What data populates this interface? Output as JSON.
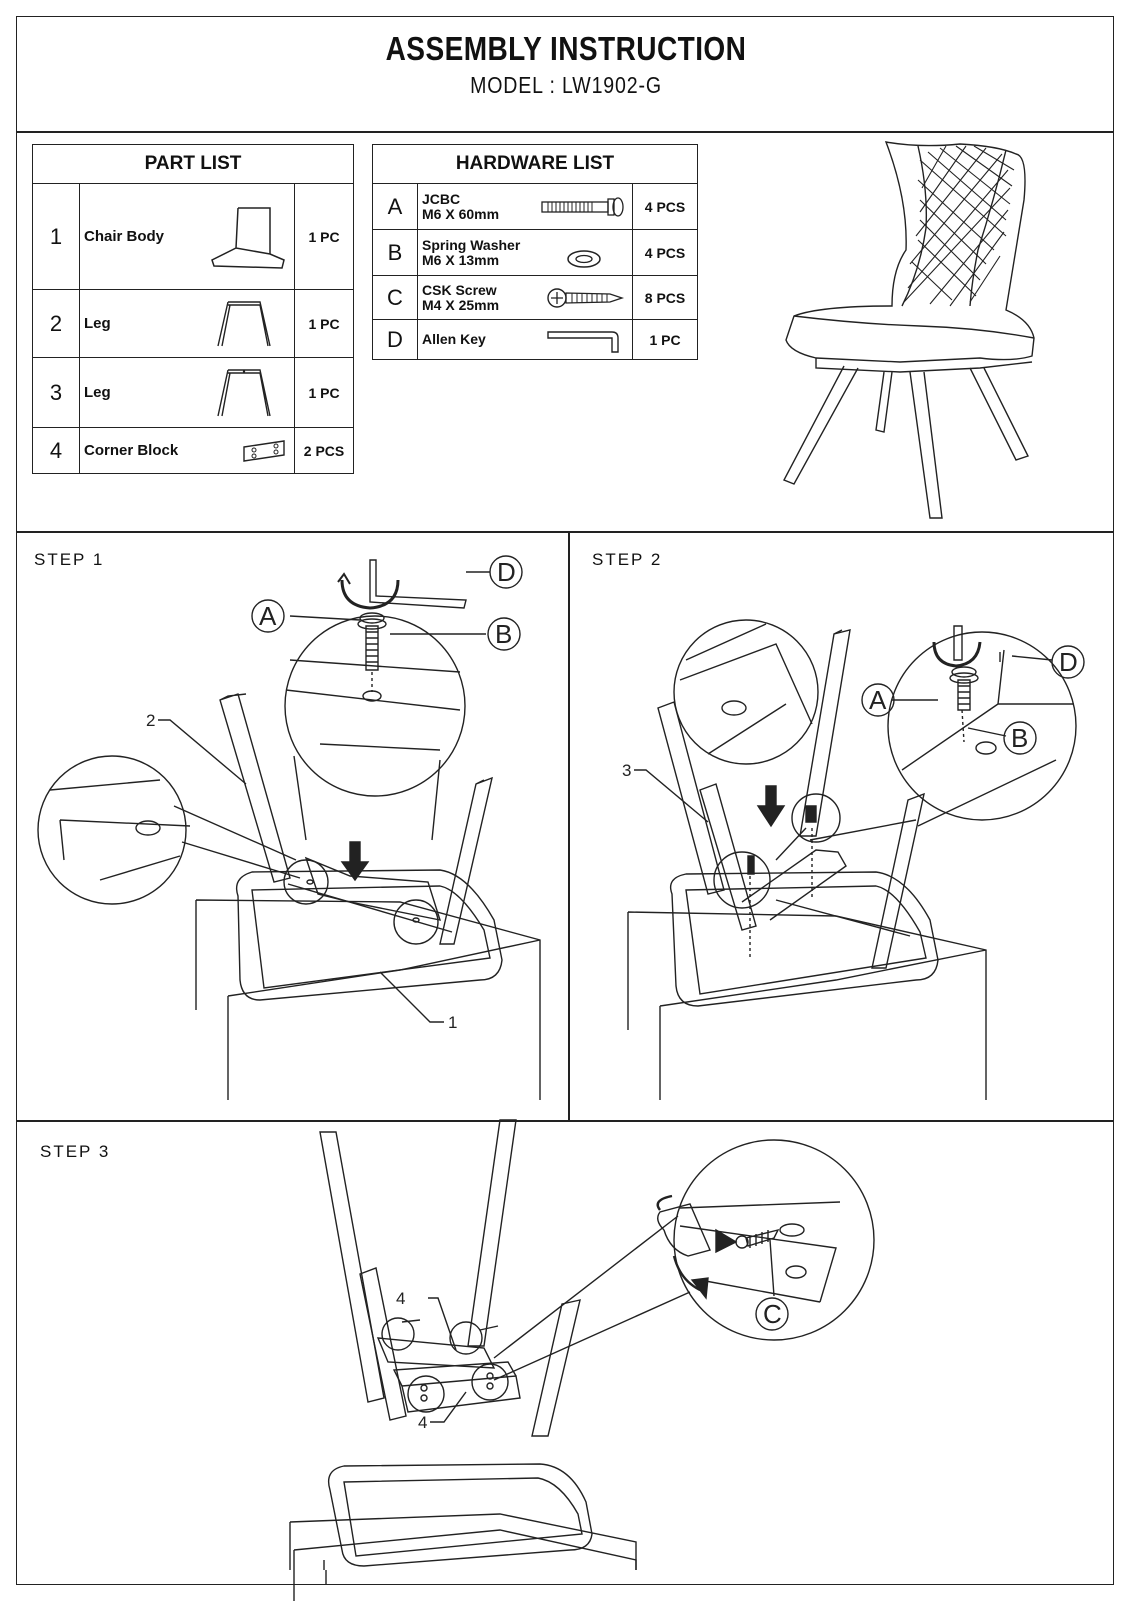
{
  "header": {
    "title": "ASSEMBLY INSTRUCTION",
    "model": "MODEL : LW1902-G"
  },
  "part_list": {
    "heading": "PART LIST",
    "items": [
      {
        "num": "1",
        "name": "Chair Body",
        "qty": "1 PC",
        "icon": "chair-body-icon"
      },
      {
        "num": "2",
        "name": "Leg",
        "qty": "1 PC",
        "icon": "leg-icon"
      },
      {
        "num": "3",
        "name": "Leg",
        "qty": "1 PC",
        "icon": "leg-icon"
      },
      {
        "num": "4",
        "name": "Corner Block",
        "qty": "2 PCS",
        "icon": "corner-block-icon"
      }
    ]
  },
  "hardware_list": {
    "heading": "HARDWARE LIST",
    "items": [
      {
        "letter": "A",
        "name": "JCBC",
        "spec": "M6 X 60mm",
        "qty": "4 PCS",
        "icon": "bolt-icon"
      },
      {
        "letter": "B",
        "name": "Spring Washer",
        "spec": "M6 X 13mm",
        "qty": "4 PCS",
        "icon": "washer-icon"
      },
      {
        "letter": "C",
        "name": "CSK Screw",
        "spec": "M4 X 25mm",
        "qty": "8 PCS",
        "icon": "screw-icon"
      },
      {
        "letter": "D",
        "name": "Allen Key",
        "spec": "",
        "qty": "1 PC",
        "icon": "allen-key-icon"
      }
    ]
  },
  "steps": {
    "step1": {
      "label": "STEP 1",
      "callouts": {
        "a": "A",
        "b": "B",
        "d": "D",
        "part1": "1",
        "part2": "2"
      }
    },
    "step2": {
      "label": "STEP 2",
      "callouts": {
        "a": "A",
        "b": "B",
        "d": "D",
        "part3": "3"
      }
    },
    "step3": {
      "label": "STEP 3",
      "callouts": {
        "c": "C",
        "part4_top": "4",
        "part4_bottom": "4"
      }
    }
  }
}
